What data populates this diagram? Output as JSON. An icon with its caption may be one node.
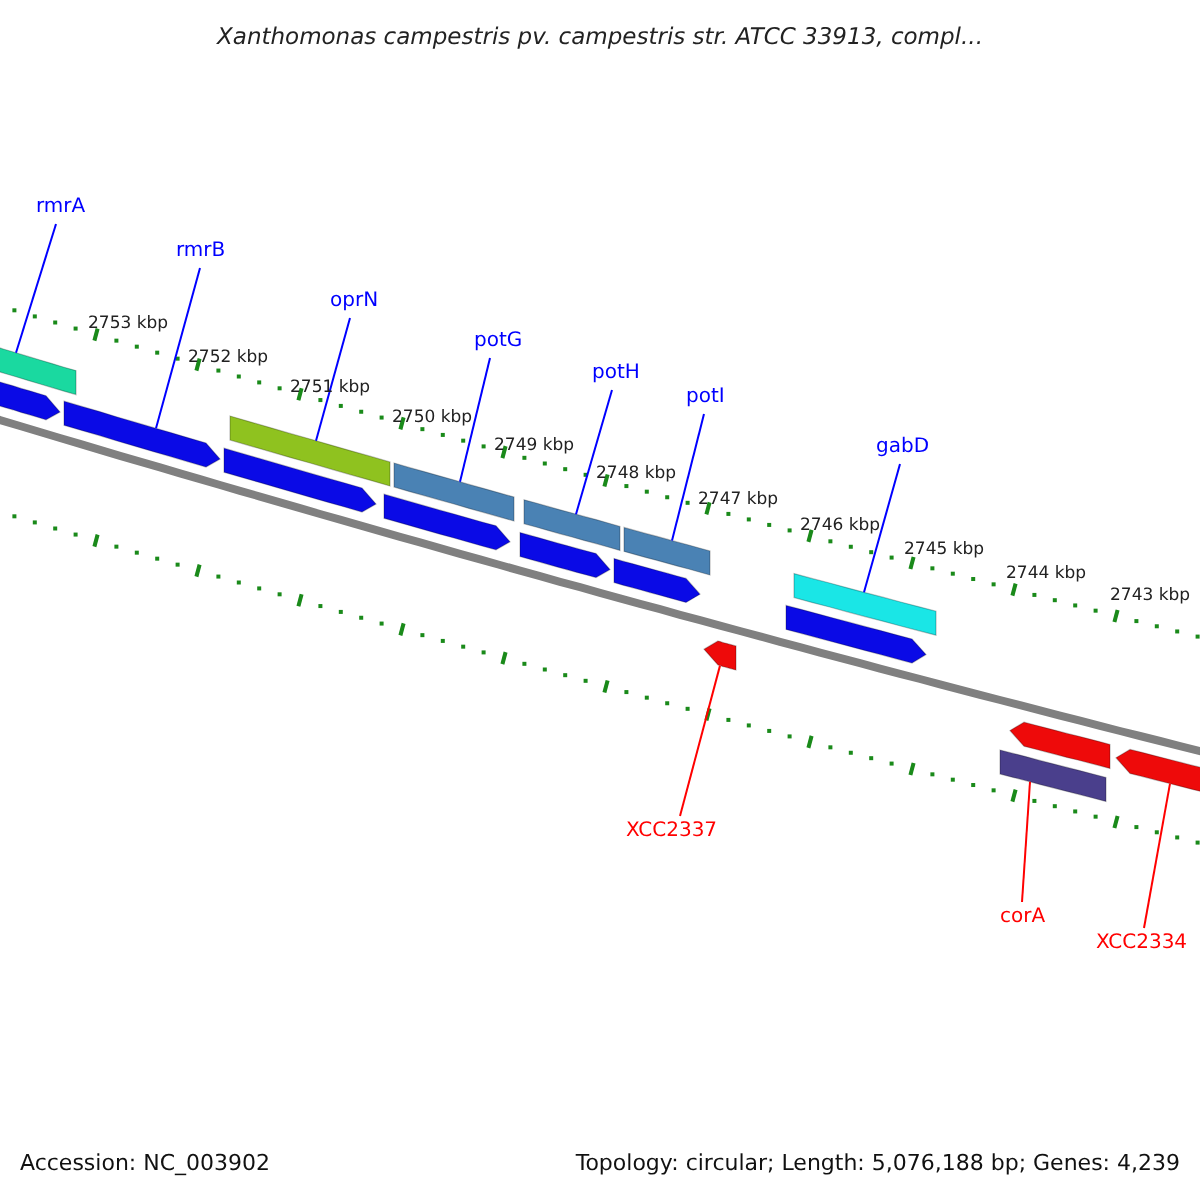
{
  "diagram": {
    "title": "Xanthomonas campestris pv. campestris str. ATCC 33913, compl...",
    "nodes": [
      {
        "text": [
          "rmrA"
        ]
      },
      {
        "text": [
          "rmrB"
        ]
      },
      {
        "text": [
          "oprN"
        ]
      },
      {
        "text": [
          "potG"
        ]
      },
      {
        "text": [
          "potH"
        ]
      },
      {
        "text": [
          "potI"
        ]
      },
      {
        "text": [
          "gabD"
        ]
      },
      {
        "text": [
          "XCC2337"
        ]
      },
      {
        "text": [
          "corA"
        ]
      },
      {
        "text": [
          "XCC2334"
        ]
      },
      {
        "text": [],
        "shape": "bar"
      },
      {
        "text": [],
        "shape": "bar"
      },
      {
        "text": [],
        "shape": "bar"
      },
      {
        "text": [],
        "shape": "bar"
      },
      {
        "text": [],
        "shape": "bar"
      },
      {
        "text": [],
        "shape": "bar"
      },
      {
        "text": [],
        "shape": "bar"
      },
      {
        "text": [],
        "shape": "bar"
      },
      {
        "text": [],
        "shape": "bar"
      },
      {
        "text": [],
        "shape": "bar"
      },
      {
        "text": [],
        "shape": "bar"
      },
      {
        "text": [],
        "shape": "bar"
      },
      {
        "text": [],
        "shape": "bar"
      },
      {
        "text": [],
        "shape": "bar"
      },
      {
        "text": [],
        "shape": "bar"
      },
      {
        "text": [],
        "shape": "bar"
      },
      {
        "text": [],
        "shape": "bar"
      }
    ],
    "edges": [
      {
        "from": 0,
        "to": 10,
        "arrow": "none"
      },
      {
        "from": 1,
        "to": 11,
        "arrow": "none"
      },
      {
        "from": 2,
        "to": 12,
        "arrow": "none"
      },
      {
        "from": 3,
        "to": 13,
        "arrow": "none"
      },
      {
        "from": 4,
        "to": 14,
        "arrow": "none"
      },
      {
        "from": 5,
        "to": 15,
        "arrow": "none"
      },
      {
        "from": 6,
        "to": 16,
        "arrow": "none"
      },
      {
        "from": 7,
        "to": 17,
        "arrow": "none",
        "color": "#ff0000"
      },
      {
        "from": 8,
        "to": 18,
        "arrow": "none",
        "color": "#ff0000"
      },
      {
        "from": 9,
        "to": 19,
        "arrow": "none",
        "color": "#ff0000"
      }
    ],
    "labels": [
      "2753 kbp",
      "2752 kbp",
      "2751 kbp",
      "2750 kbp",
      "2749 kbp",
      "2748 kbp",
      "2747 kbp",
      "2746 kbp",
      "2745 kbp",
      "2744 kbp",
      "2743 kbp",
      "Accession: NC_003902",
      "Topology: circular; Length: 5,076,188 bp; Genes: 4,239"
    ]
  }
}
